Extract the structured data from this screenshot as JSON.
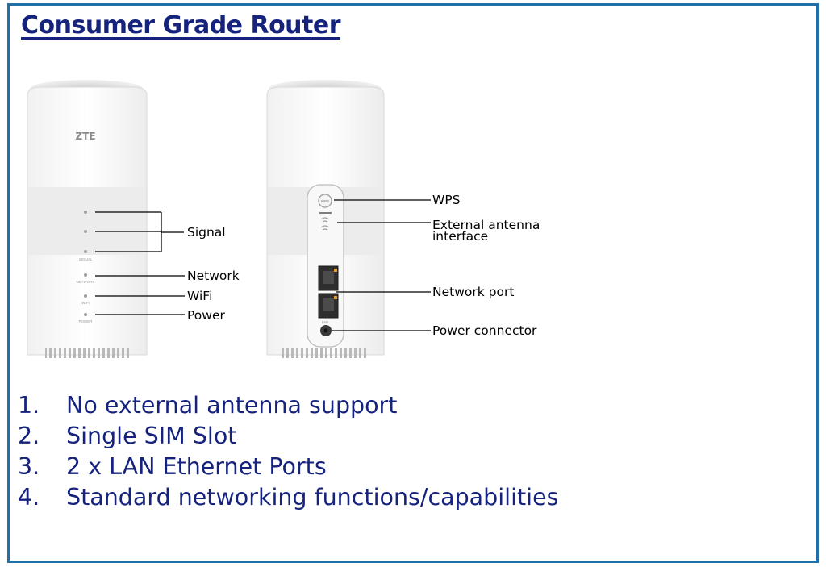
{
  "title": "Consumer Grade Router",
  "front_device": {
    "brand": "ZTE",
    "led_labels": [
      "SIGNAL",
      "NETWORK",
      "WIFI",
      "POWER"
    ],
    "callouts": [
      "Signal",
      "Network",
      "WiFi",
      "Power"
    ]
  },
  "back_device": {
    "port_labels": [
      "WPS",
      "LAN"
    ],
    "callouts": [
      "WPS",
      "External antenna interface",
      "Network port",
      "Power connector"
    ]
  },
  "features": [
    {
      "number": "1.",
      "text": "No external antenna support"
    },
    {
      "number": "2.",
      "text": "Single SIM Slot"
    },
    {
      "number": "3.",
      "text": "2 x LAN Ethernet Ports"
    },
    {
      "number": "4.",
      "text": "Standard networking functions/capabilities"
    }
  ],
  "colors": {
    "title": "#15237d",
    "frame": "#1f6fa8",
    "list_text": "#15237d"
  }
}
